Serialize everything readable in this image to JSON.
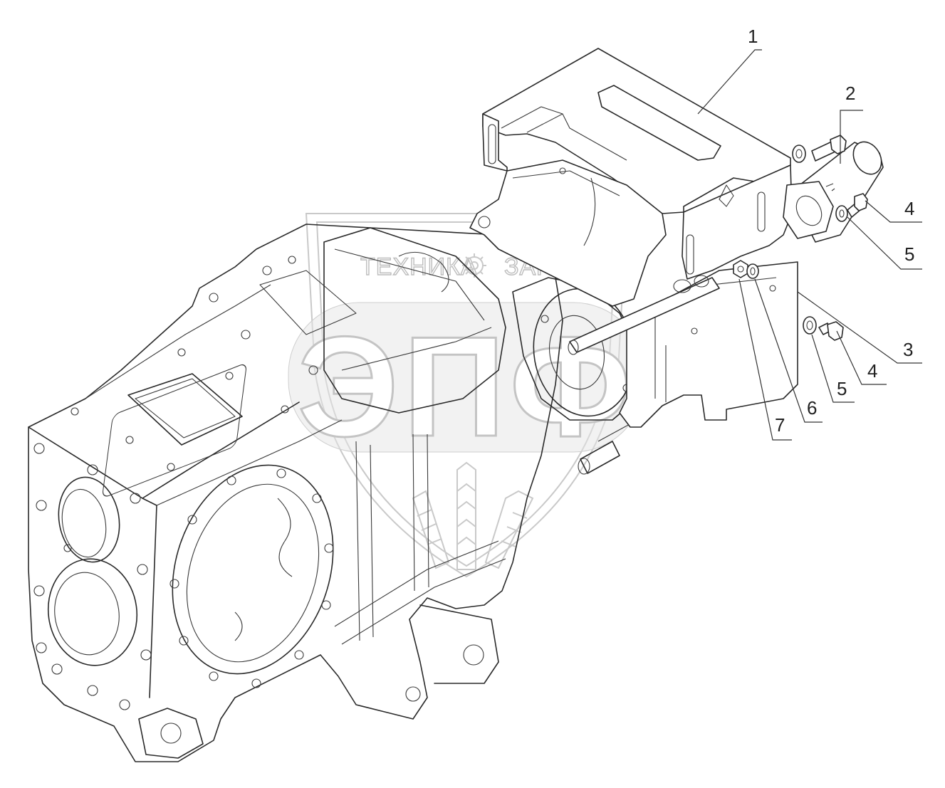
{
  "watermark": {
    "left_text": "ТЕХНИКА",
    "right_text": "ЗАПЧАСТИ",
    "logo_letters": "ЭПФ",
    "gear_icon": "gear-icon"
  },
  "callouts": [
    {
      "id": "c1",
      "label": "1"
    },
    {
      "id": "c2",
      "label": "2"
    },
    {
      "id": "c3",
      "label": "3"
    },
    {
      "id": "c4a",
      "label": "4"
    },
    {
      "id": "c5a",
      "label": "5"
    },
    {
      "id": "c4b",
      "label": "4"
    },
    {
      "id": "c5b",
      "label": "5"
    },
    {
      "id": "c6",
      "label": "6"
    },
    {
      "id": "c7",
      "label": "7"
    }
  ]
}
